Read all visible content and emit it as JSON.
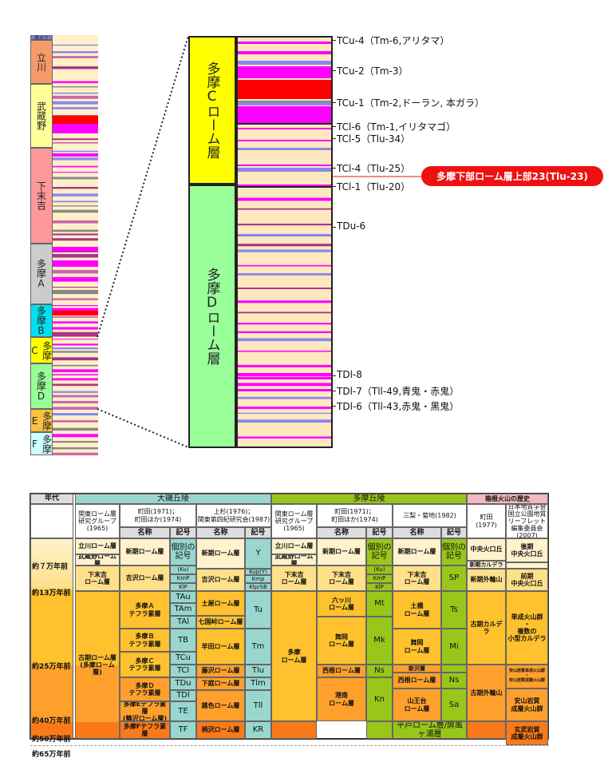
{
  "column": {
    "units": [
      {
        "label": "黒ボク",
        "color": "#6f7fe0"
      },
      {
        "label": "立川",
        "color": "#f79a6a"
      },
      {
        "label": "武蔵野",
        "color": "#ffff99"
      },
      {
        "label": "下末吉",
        "color": "#ff9999"
      },
      {
        "label": "多摩A",
        "color": "#cccccc"
      },
      {
        "label": "多摩B",
        "color": "#00e0f0"
      },
      {
        "label": "多摩C",
        "color": "#ffff00"
      },
      {
        "label": "多摩D",
        "color": "#99ff99"
      },
      {
        "label": "多摩E",
        "color": "#ffc040"
      },
      {
        "label": "多摩F",
        "color": "#ccffff"
      }
    ]
  },
  "detail": {
    "upper": "多摩Cローム層",
    "lower": "多摩Dローム層",
    "tephra": [
      "TCu-4（Tm-6,アリタマ）",
      "TCu-2（Tm-3）",
      "TCu-1（Tm-2,ドーラン, 本ガラ）",
      "TCl-6（Tm-1,イリタマゴ）",
      "TCl-5（Tlu-34）",
      "TCl-4（Tlu-25）",
      "TCl-1（Tlu-20）",
      "TDu-6",
      "TDl-8",
      "TDl-7（Tll-49,青鬼・赤鬼）",
      "TDl-6（Tll-43,赤鬼・黒鬼）"
    ],
    "highlight": "多摩下部ローム層上部23(Tlu-23)",
    "highlight_color": "#ee1111"
  },
  "table": {
    "header": {
      "age": "年代",
      "oiso": "大磯丘陵",
      "tama": "多摩丘陵",
      "hakone": "箱根火山の歴史",
      "kanto": "関東ローム層\n研究グループ\n(1965)",
      "machida": "町田(1971)；\n町田ほか(1974)",
      "uesugi": "上杉(1976)；\n関東第四紀研究会(1987)",
      "minashi": "三梨・菊地(1982)",
      "machida77": "町田\n(1977)",
      "geo2007": "日本地質学会\n国立公園地質\nリーフレット\n編集委員会\n(2007)",
      "name": "名称",
      "symbol": "記号"
    },
    "ages": [
      "約７万年前",
      "約13万年前",
      "約25万年前",
      "約40万年前",
      "約50万年前",
      "約65万年前"
    ],
    "oiso_kanto": [
      "立川ローム層",
      "武蔵野ローム層",
      "下末吉\nローム層",
      "古期ローム層\n(多摩ローム層)"
    ],
    "oiso_machida_names": [
      "新期ローム層",
      "吉沢ローム層",
      "多摩Ａ\nテフラ累層",
      "多摩Ｂ\nテフラ累層",
      "多摩Ｃ\nテフラ累層",
      "多摩Ｄ\nテフラ累層",
      "多摩Eテフラ累層\n(鶴沢ローム層)",
      "多摩Fテフラ累層"
    ],
    "oiso_machida_symbols": [
      "個別の\n記号",
      "(Ku)",
      "KmP",
      "KlP",
      "TAu",
      "TAm",
      "TAl",
      "TB",
      "TCu",
      "TCl",
      "TDu",
      "TDl",
      "TE",
      "TF"
    ],
    "oiso_uesugi_names": [
      "新期ローム層",
      "吉沢ローム層",
      "土屋ローム層",
      "七国峠ローム層",
      "早田ローム層",
      "藤沢ローム層",
      "下庭ローム層",
      "雑色ローム層",
      "柄沢ローム層"
    ],
    "oiso_uesugi_symbols": [
      "Y",
      "Kup(Y)",
      "Kmp",
      "Klp/SB",
      "Tu",
      "Tm",
      "Tlu",
      "Tlm",
      "Tll",
      "KR"
    ],
    "tama_kanto": [
      "立川ローム層",
      "武蔵野ローム層",
      "下末吉\nローム層",
      "多摩\nローム層"
    ],
    "tama_machida_names": [
      "新期ローム層",
      "下末吉\nローム層",
      "六ッ川\nローム層",
      "舞岡\nローム層",
      "西根ローム層",
      "港南\nローム層"
    ],
    "tama_machida_symbols": [
      "個別の\n記号",
      "(Ku)",
      "KmP",
      "KlP",
      "Mt",
      "Mk",
      "Ns",
      "Kn"
    ],
    "tama_minashi_names": [
      "新期ローム層",
      "下末吉\nローム層",
      "土橋\nローム層",
      "舞岡\nローム層",
      "新沢層",
      "西根ローム層",
      "山王台\nローム層",
      "平戸ローム層/屏風ヶ浦層"
    ],
    "tama_minashi_symbols": [
      "個別の\n記号",
      "SP",
      "Ts",
      "Mi",
      "Ns",
      "Sa"
    ],
    "hakone_machida": [
      "中央火口丘",
      "新期カルデラ",
      "新期外輪山",
      "古期カルデラ",
      "古期外輪山"
    ],
    "hakone_2007": [
      "後期\n中央火口丘",
      "前期\n中央火口丘",
      "単成火山群\n・\n複数の\n小型カルデラ",
      "安山岩質単成火山群\n・\n安山岩質成層火山群",
      "安山岩質\n成層火山群",
      "玄武岩質\n成層火山群"
    ]
  }
}
